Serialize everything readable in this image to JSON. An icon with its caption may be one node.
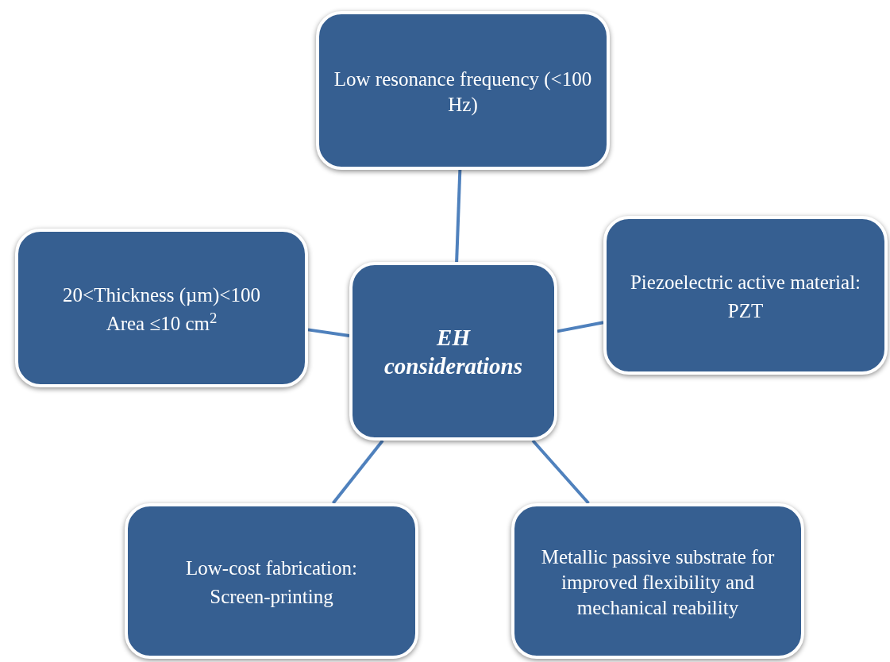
{
  "diagram": {
    "nodes": [
      {
        "text": [
          "Low resonance frequency (<100 Hz)"
        ]
      },
      {
        "text": [
          "20<Thickness (µm)<100",
          "Area ≤10 cm$^{2}$"
        ]
      },
      {
        "text": [
          "EH considerations"
        ]
      },
      {
        "text": [
          "Piezoelectric active material:",
          "PZT"
        ]
      },
      {
        "text": [
          "Low-cost fabrication:",
          "Screen-printing"
        ]
      },
      {
        "text": [
          "Metallic passive substrate for improved flexibility and mechanical reability"
        ]
      }
    ],
    "edges": [
      {
        "from": 2,
        "to": 0,
        "arrow": "none"
      },
      {
        "from": 2,
        "to": 1,
        "arrow": "none"
      },
      {
        "from": 2,
        "to": 3,
        "arrow": "none"
      },
      {
        "from": 2,
        "to": 4,
        "arrow": "none"
      },
      {
        "from": 2,
        "to": 5,
        "arrow": "none"
      }
    ]
  }
}
